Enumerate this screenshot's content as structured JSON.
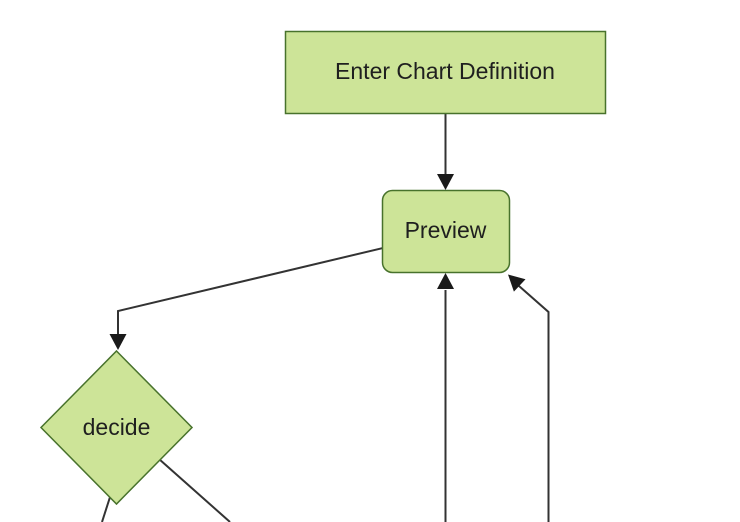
{
  "diagram": {
    "type": "flowchart",
    "direction": "top-down",
    "colors": {
      "background": "#ffffff",
      "node_fill": "#cde498",
      "node_border": "#48722c",
      "edge_line": "#333333",
      "arrowhead": "#1a1a1a",
      "label_text": "#1f1f1f"
    },
    "nodes": {
      "enter_chart_definition": {
        "label": "Enter Chart Definition",
        "shape": "rectangle"
      },
      "preview": {
        "label": "Preview",
        "shape": "rounded-rectangle"
      },
      "decide": {
        "label": "decide",
        "shape": "diamond"
      }
    },
    "edges": [
      {
        "from": "enter_chart_definition",
        "to": "preview",
        "arrow": true
      },
      {
        "from": "preview",
        "to": "decide",
        "arrow": true
      },
      {
        "from": "offscreen_bottom_center",
        "to": "preview",
        "arrow": true
      },
      {
        "from": "offscreen_bottom_right",
        "to": "preview",
        "arrow": true
      },
      {
        "from": "decide",
        "to": "offscreen_bottom_left",
        "arrow": false
      },
      {
        "from": "decide",
        "to": "offscreen_bottom_right",
        "arrow": false
      }
    ]
  }
}
